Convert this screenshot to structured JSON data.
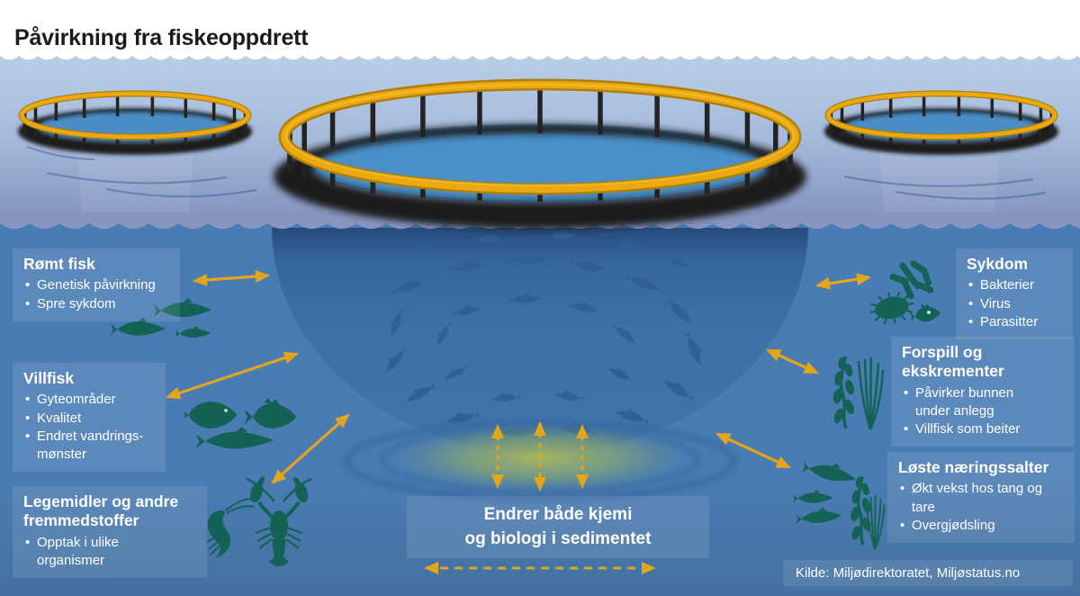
{
  "title": "Påvirkning fra fiskeoppdrett",
  "source": {
    "label": "Kilde: Miljødirektoratet, Miljøstatus.no"
  },
  "panels": {
    "romt_fisk": {
      "title": "Rømt fisk",
      "bullets": [
        "Genetisk påvirkning",
        "Spre sykdom"
      ]
    },
    "villfisk": {
      "title": "Villfisk",
      "bullets": [
        "Gyteområder",
        "Kvalitet",
        "Endret vandrings-mønster"
      ]
    },
    "legemidler": {
      "title": "Legemidler og andre fremmedstoffer",
      "bullets": [
        "Opptak i ulike organismer"
      ]
    },
    "sykdom": {
      "title": "Sykdom",
      "bullets": [
        "Bakterier",
        "Virus",
        "Parasitter"
      ]
    },
    "forspill": {
      "title": "Forspill og ekskrementer",
      "bullets": [
        "Påvirker bunnen under anlegg",
        "Villfisk som beiter"
      ]
    },
    "loste_naeringssalter": {
      "title": "Løste næringssalter",
      "bullets": [
        "Økt vekst hos tang og tare",
        "Overgjødsling"
      ]
    },
    "sediment": {
      "line1": "Endrer både kjemi",
      "line2": "og biologi i sedimentet"
    }
  },
  "colors": {
    "deep_water": "#4a7cb4",
    "surface_water": "#b9cfe6",
    "net_bag": "#3e70a9",
    "cage_ring_yellow": "#eaa911",
    "organism_teal": "#146255",
    "arrow_yellow": "#e2a51b",
    "sediment_glow": "#afb45a",
    "panel_text": "#ffffff",
    "title_text": "#1b1b1b"
  },
  "icons": [
    "fish-cage",
    "salmon",
    "flounder",
    "round-fish",
    "shrimp",
    "lobster",
    "bacteria",
    "virus",
    "parasite",
    "seaweed",
    "kelp",
    "exchange-arrow",
    "sediment-exchange-arrow",
    "fish-school"
  ]
}
